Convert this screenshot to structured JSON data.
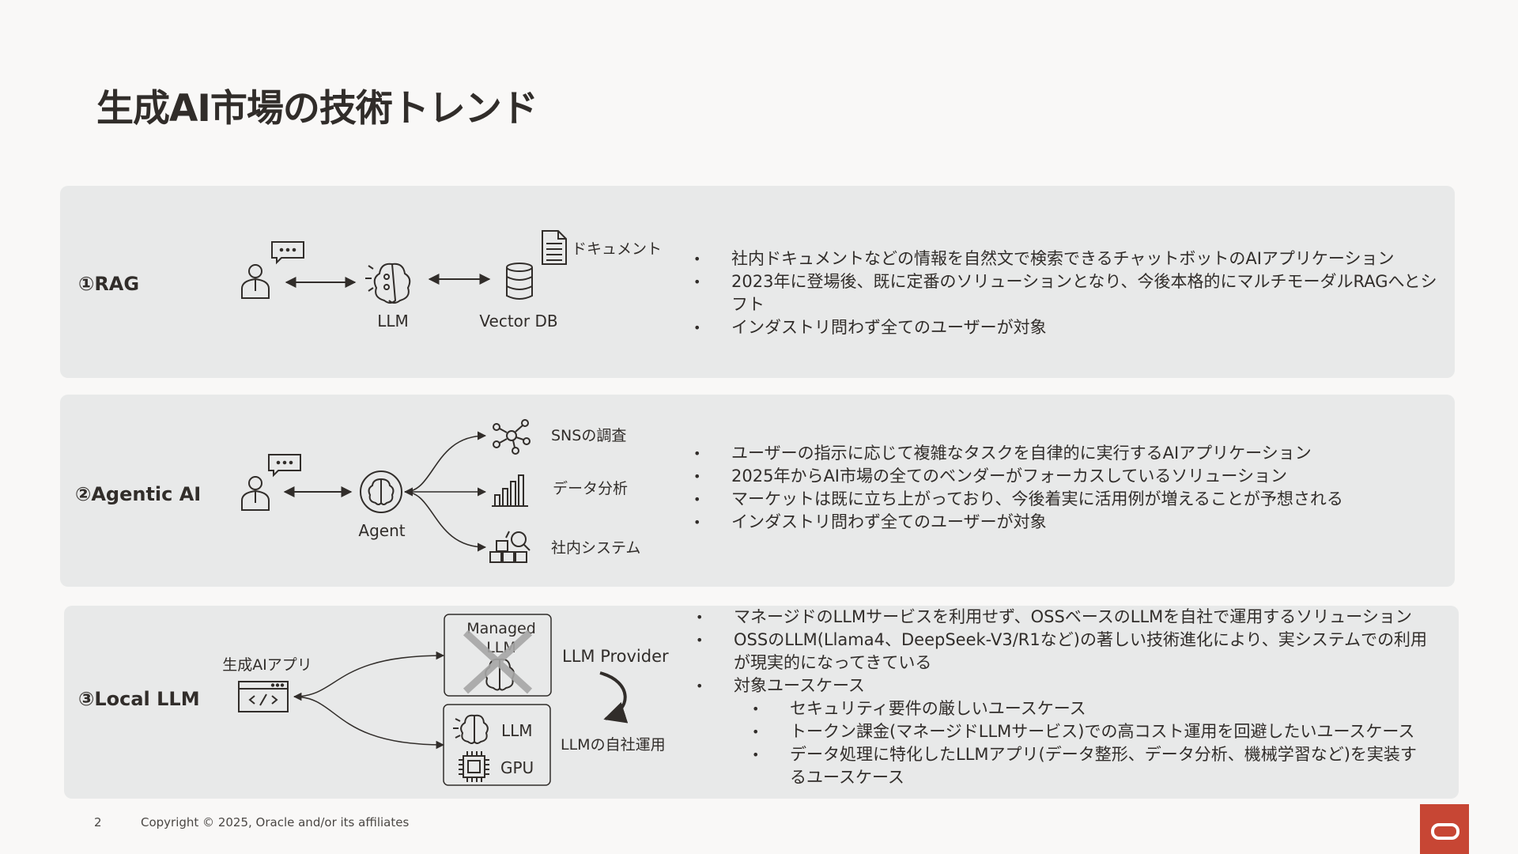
{
  "slide": {
    "title": "生成AI市場の技術トレンド",
    "page_number": "2",
    "copyright": "Copyright © 2025, Oracle and/or its affiliates"
  },
  "rag": {
    "label": "①RAG",
    "llm_label": "LLM",
    "vectordb_label": "Vector DB",
    "document_label": "ドキュメント",
    "bullets": [
      "社内ドキュメントなどの情報を自然文で検索できるチャットボットのAIアプリケーション",
      "2023年に登場後、既に定番のソリューションとなり、今後本格的にマルチモーダルRAGへとシフト",
      "インダストリ問わず全てのユーザーが対象"
    ]
  },
  "agentic": {
    "label": "②Agentic AI",
    "agent_label": "Agent",
    "tool_sns": "SNSの調査",
    "tool_data": "データ分析",
    "tool_system": "社内システム",
    "bullets": [
      "ユーザーの指示に応じて複雑なタスクを自律的に実行するAIアプリケーション",
      "2025年からAI市場の全てのベンダーがフォーカスしているソリューション",
      "マーケットは既に立ち上がっており、今後着実に活用例が増えることが予想される",
      "インダストリ問わず全てのユーザーが対象"
    ]
  },
  "local": {
    "label": "③Local LLM",
    "app_label": "生成AIアプリ",
    "managed_label_1": "Managed",
    "managed_label_2": "LLM",
    "provider_label": "LLM Provider",
    "inhouse_label": "LLMの自社運用",
    "llm_label": "LLM",
    "gpu_label": "GPU",
    "bullets": [
      "マネージドのLLMサービスを利用せず、OSSベースのLLMを自社で運用するソリューション",
      "OSSのLLM(Llama4、DeepSeek-V3/R1など)の著しい技術進化により、実システムでの利用が現実的になってきている",
      "対象ユースケース"
    ],
    "sub_bullets": [
      "セキュリティ要件の厳しいユースケース",
      "トークン課金(マネージドLLMサービス)での高コスト運用を回避したいユースケース",
      "データ処理に特化したLLMアプリ(データ整形、データ分析、機械学習など)を実装するユースケース"
    ]
  },
  "colors": {
    "background": "#f9f8f7",
    "panel": "#e8e9e9",
    "text": "#312d2a",
    "brand_red": "#c74634"
  },
  "icons": [
    "user-icon",
    "chat-bubble-icon",
    "brain-icon",
    "database-icon",
    "document-icon",
    "network-icon",
    "bar-chart-icon",
    "blocks-search-icon",
    "code-window-icon",
    "chip-icon",
    "oracle-logo"
  ]
}
